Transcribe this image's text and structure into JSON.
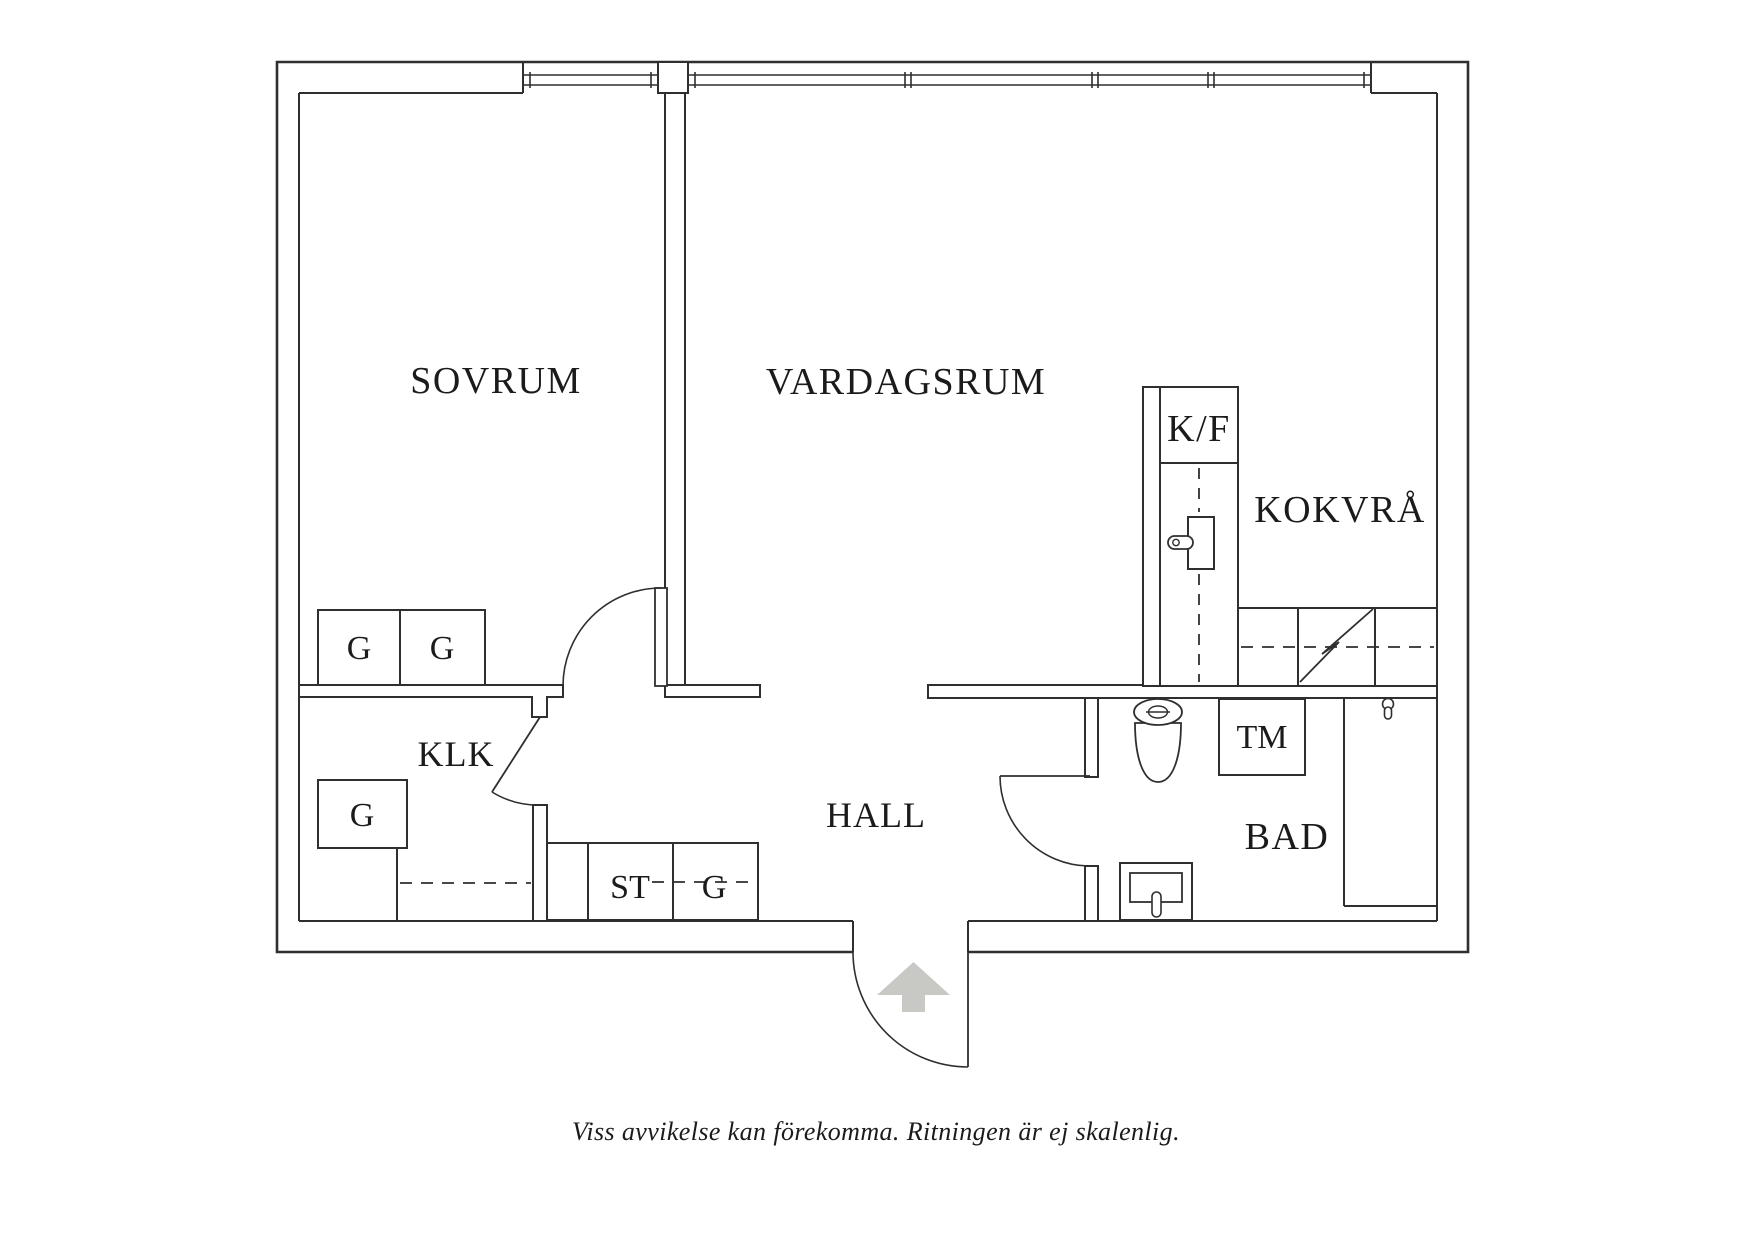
{
  "plan": {
    "rooms": {
      "sovrum": "SOVRUM",
      "vardagsrum": "VARDAGSRUM",
      "kokvra": "KOKVRÅ",
      "klk": "KLK",
      "hall": "HALL",
      "bad": "BAD"
    },
    "labels": {
      "kf": "K/F",
      "tm": "TM",
      "st": "ST",
      "garderob": "G"
    },
    "caption": "Viss avvikelse kan förekomma. Ritningen är ej skalenlig.",
    "colors": {
      "line": "#2f2f2f",
      "text": "#1b1b1b",
      "arrow_fill": "#c8c8c5",
      "background": "#ffffff"
    }
  }
}
